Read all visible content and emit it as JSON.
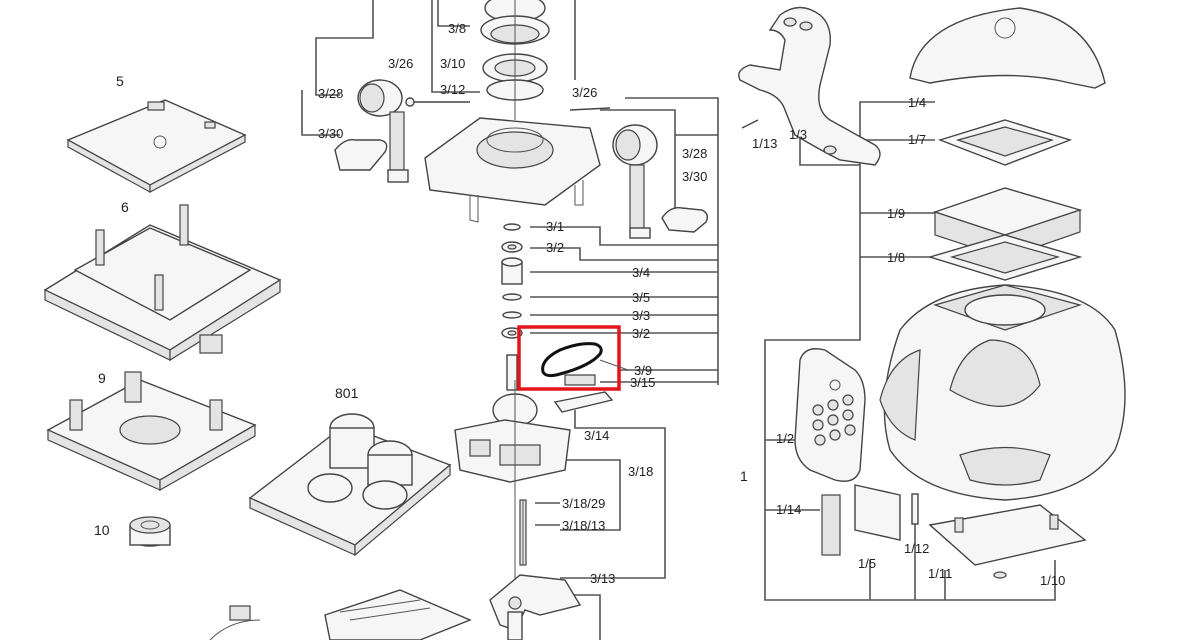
{
  "labels": {
    "p3_8": "3/8",
    "p3_10": "3/10",
    "p3_12": "3/12",
    "p3_26_left": "3/26",
    "p3_26_right": "3/26",
    "p3_28_left": "3/28",
    "p3_30_left": "3/30",
    "p3_28_right": "3/28",
    "p3_30_right": "3/30",
    "p3_1": "3/1",
    "p3_2_top": "3/2",
    "p3_4": "3/4",
    "p3_5": "3/5",
    "p3_3": "3/3",
    "p3_2_bottom": "3/2",
    "p3_9": "3/9",
    "p3_15": "3/15",
    "p3_14": "3/14",
    "p3_18": "3/18",
    "p3_18_29": "3/18/29",
    "p3_18_13": "3/18/13",
    "p3_13": "3/13",
    "p5": "5",
    "p6": "6",
    "p9": "9",
    "p10": "10",
    "p801": "801",
    "p1": "1",
    "p1_2": "1/2",
    "p1_3": "1/3",
    "p1_4": "1/4",
    "p1_5": "1/5",
    "p1_7": "1/7",
    "p1_8": "1/8",
    "p1_9": "1/9",
    "p1_10": "1/10",
    "p1_11": "1/11",
    "p1_12": "1/12",
    "p1_13": "1/13",
    "p1_14": "1/14"
  },
  "highlight": {
    "color": "#e3151a"
  }
}
